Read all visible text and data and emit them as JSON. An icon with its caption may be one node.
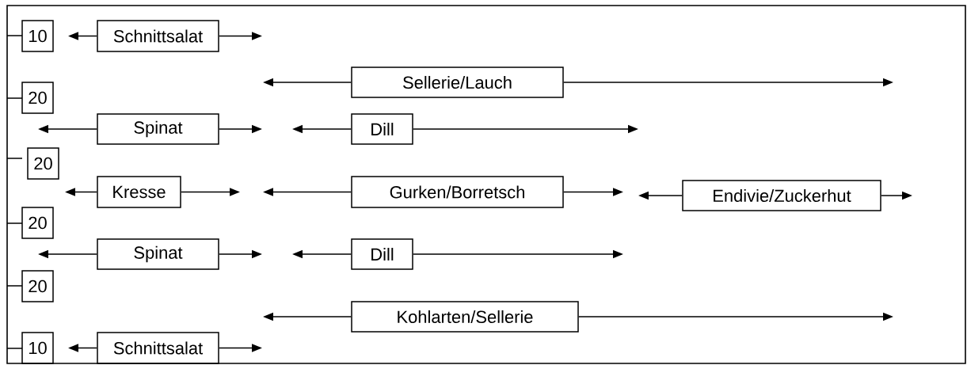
{
  "diagram": {
    "nodes": [
      {
        "text": [
          "10"
        ]
      },
      {
        "text": [
          "Schnittsalat"
        ]
      },
      {
        "text": [
          "Sellerie/Lauch"
        ]
      },
      {
        "text": [
          "20"
        ]
      },
      {
        "text": [
          "Spinat"
        ]
      },
      {
        "text": [
          "Dill"
        ]
      },
      {
        "text": [
          "20"
        ]
      },
      {
        "text": [
          "Kresse"
        ]
      },
      {
        "text": [
          "Gurken/Borretsch"
        ]
      },
      {
        "text": [
          "Endivie/Zuckerhut"
        ]
      },
      {
        "text": [
          "20"
        ]
      },
      {
        "text": [
          "Spinat"
        ]
      },
      {
        "text": [
          "Dill"
        ]
      },
      {
        "text": [
          "20"
        ]
      },
      {
        "text": [
          "Kohlarten/Sellerie"
        ]
      },
      {
        "text": [
          "10"
        ]
      },
      {
        "text": [
          "Schnittsalat"
        ]
      }
    ],
    "edges": [
      {
        "from": 1,
        "to": null,
        "arrow": "to"
      },
      {
        "from": 1,
        "to": null,
        "arrow": "to"
      },
      {
        "from": 2,
        "to": null,
        "arrow": "to"
      },
      {
        "from": 2,
        "to": null,
        "arrow": "to"
      },
      {
        "from": 4,
        "to": null,
        "arrow": "to"
      },
      {
        "from": 4,
        "to": null,
        "arrow": "to"
      },
      {
        "from": 5,
        "to": null,
        "arrow": "to"
      },
      {
        "from": 5,
        "to": null,
        "arrow": "to"
      },
      {
        "from": 7,
        "to": null,
        "arrow": "to"
      },
      {
        "from": 7,
        "to": null,
        "arrow": "to"
      },
      {
        "from": 8,
        "to": null,
        "arrow": "to"
      },
      {
        "from": 8,
        "to": null,
        "arrow": "to"
      },
      {
        "from": 9,
        "to": null,
        "arrow": "to"
      },
      {
        "from": 9,
        "to": null,
        "arrow": "to"
      },
      {
        "from": 11,
        "to": null,
        "arrow": "to"
      },
      {
        "from": 11,
        "to": null,
        "arrow": "to"
      },
      {
        "from": 12,
        "to": null,
        "arrow": "to"
      },
      {
        "from": 12,
        "to": null,
        "arrow": "to"
      },
      {
        "from": 14,
        "to": null,
        "arrow": "to"
      },
      {
        "from": 14,
        "to": null,
        "arrow": "to"
      },
      {
        "from": 16,
        "to": null,
        "arrow": "to"
      },
      {
        "from": 16,
        "to": null,
        "arrow": "to"
      }
    ]
  }
}
